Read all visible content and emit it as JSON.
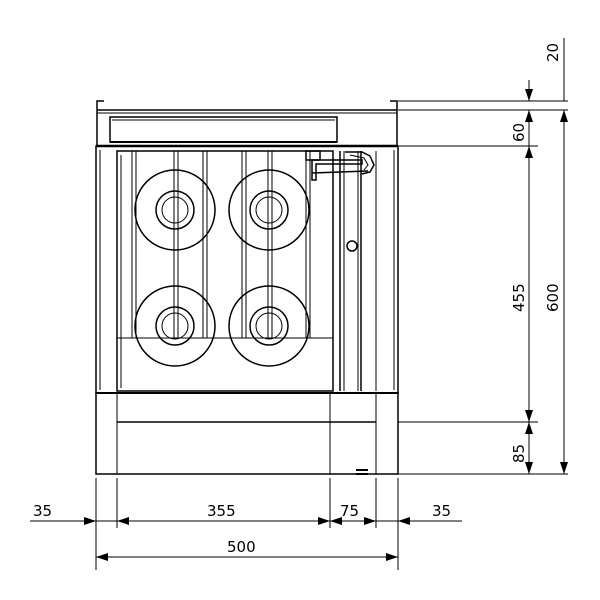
{
  "dimensions": {
    "left_margin": "35",
    "body_width": "355",
    "right_strip": "75",
    "right_margin": "35",
    "total_width": "500",
    "top_gap": "20",
    "top_section": "60",
    "oven_height": "455",
    "total_height": "600",
    "plinth_height": "85"
  },
  "colors": {
    "line": "#000000",
    "background": "#ffffff"
  }
}
